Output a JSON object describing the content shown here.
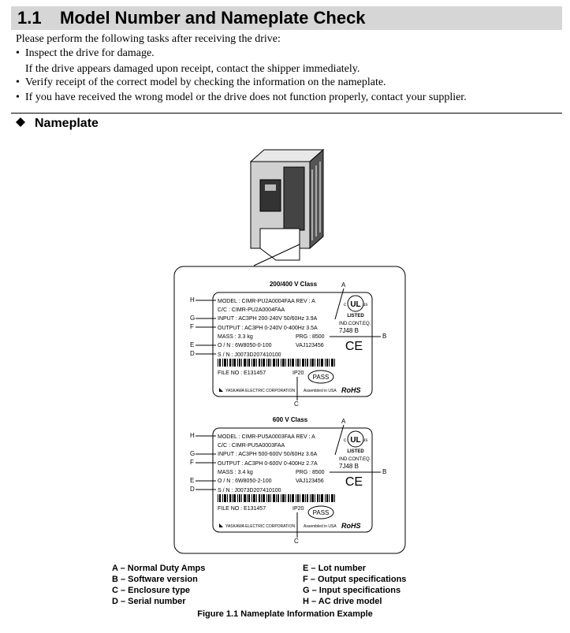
{
  "section": {
    "number": "1.1",
    "title": "Model Number and Nameplate Check"
  },
  "intro": "Please perform the following tasks after receiving the drive:",
  "bullets": [
    "Inspect the drive for damage.",
    "If the drive appears damaged upon receipt, contact the shipper immediately.",
    "Verify receipt of the correct model by checking the information on the nameplate.",
    "If you have received the wrong model or the drive does not function properly, contact your supplier."
  ],
  "bullet_symbol": "•",
  "subsection": {
    "title": "Nameplate"
  },
  "plates": [
    {
      "class_title": "200/400 V Class",
      "model": "MODEL  : CIMR-PU2A0004FAA    REV : A",
      "cc": "C/C      : CIMR-PU2A0004FAA",
      "input": "INPUT   : AC3PH 200-240V 50/60Hz   3.9A",
      "output": "OUTPUT : AC3PH 0-240V 0-400Hz 3.5A",
      "mass": "MASS     : 3.3 kg",
      "prg": "PRG : 8500",
      "on": "O / N     : 6W8050-0-100",
      "lot": "VAJ123456",
      "sn": "S / N     : J0073D207410100",
      "file_no": "FILE NO  : E131457",
      "ip": "IP20",
      "pass": "PASS",
      "ul_listed": "LISTED",
      "ind": "IND.CONT.EQ.",
      "ind_code": "7J48 B",
      "maker": "YASKAWA ELECTRIC CORPORATION",
      "assembled": "Assembled in USA",
      "rohs": "RoHS"
    },
    {
      "class_title": "600 V Class",
      "model": "MODEL  : CIMR-PU5A0003FAA    REV : A",
      "cc": "C/C      : CIMR-PU5A0003FAA",
      "input": "INPUT   : AC3PH 500-600V 50/60Hz   3.6A",
      "output": "OUTPUT : AC3PH 0-600V 0-400Hz 2.7A",
      "mass": "MASS     : 3.4 kg",
      "prg": "PRG : 8500",
      "on": "O / N     : 6W8050-2-100",
      "lot": "VAJ123456",
      "sn": "S / N     : J0073D207410100",
      "file_no": "FILE NO  : E131457",
      "ip": "IP20",
      "pass": "PASS",
      "ul_listed": "LISTED",
      "ind": "IND.CONT.EQ.",
      "ind_code": "7J48 B",
      "maker": "YASKAWA ELECTRIC CORPORATION",
      "assembled": "Assembled in USA",
      "rohs": "RoHS"
    }
  ],
  "callouts": {
    "A": "A",
    "B": "B",
    "C": "C",
    "D": "D",
    "E": "E",
    "F": "F",
    "G": "G",
    "H": "H"
  },
  "ul_mark": "UL",
  "ul_c": "c",
  "ul_us": "us",
  "ce_mark": "CE",
  "legend": {
    "A": "A – Normal Duty Amps",
    "B": "B – Software version",
    "C": "C – Enclosure type",
    "D": "D – Serial number",
    "E": "E – Lot number",
    "F": "F – Output specifications",
    "G": "G – Input specifications",
    "H": "H – AC drive model"
  },
  "caption": "Figure 1.1  Nameplate Information Example"
}
